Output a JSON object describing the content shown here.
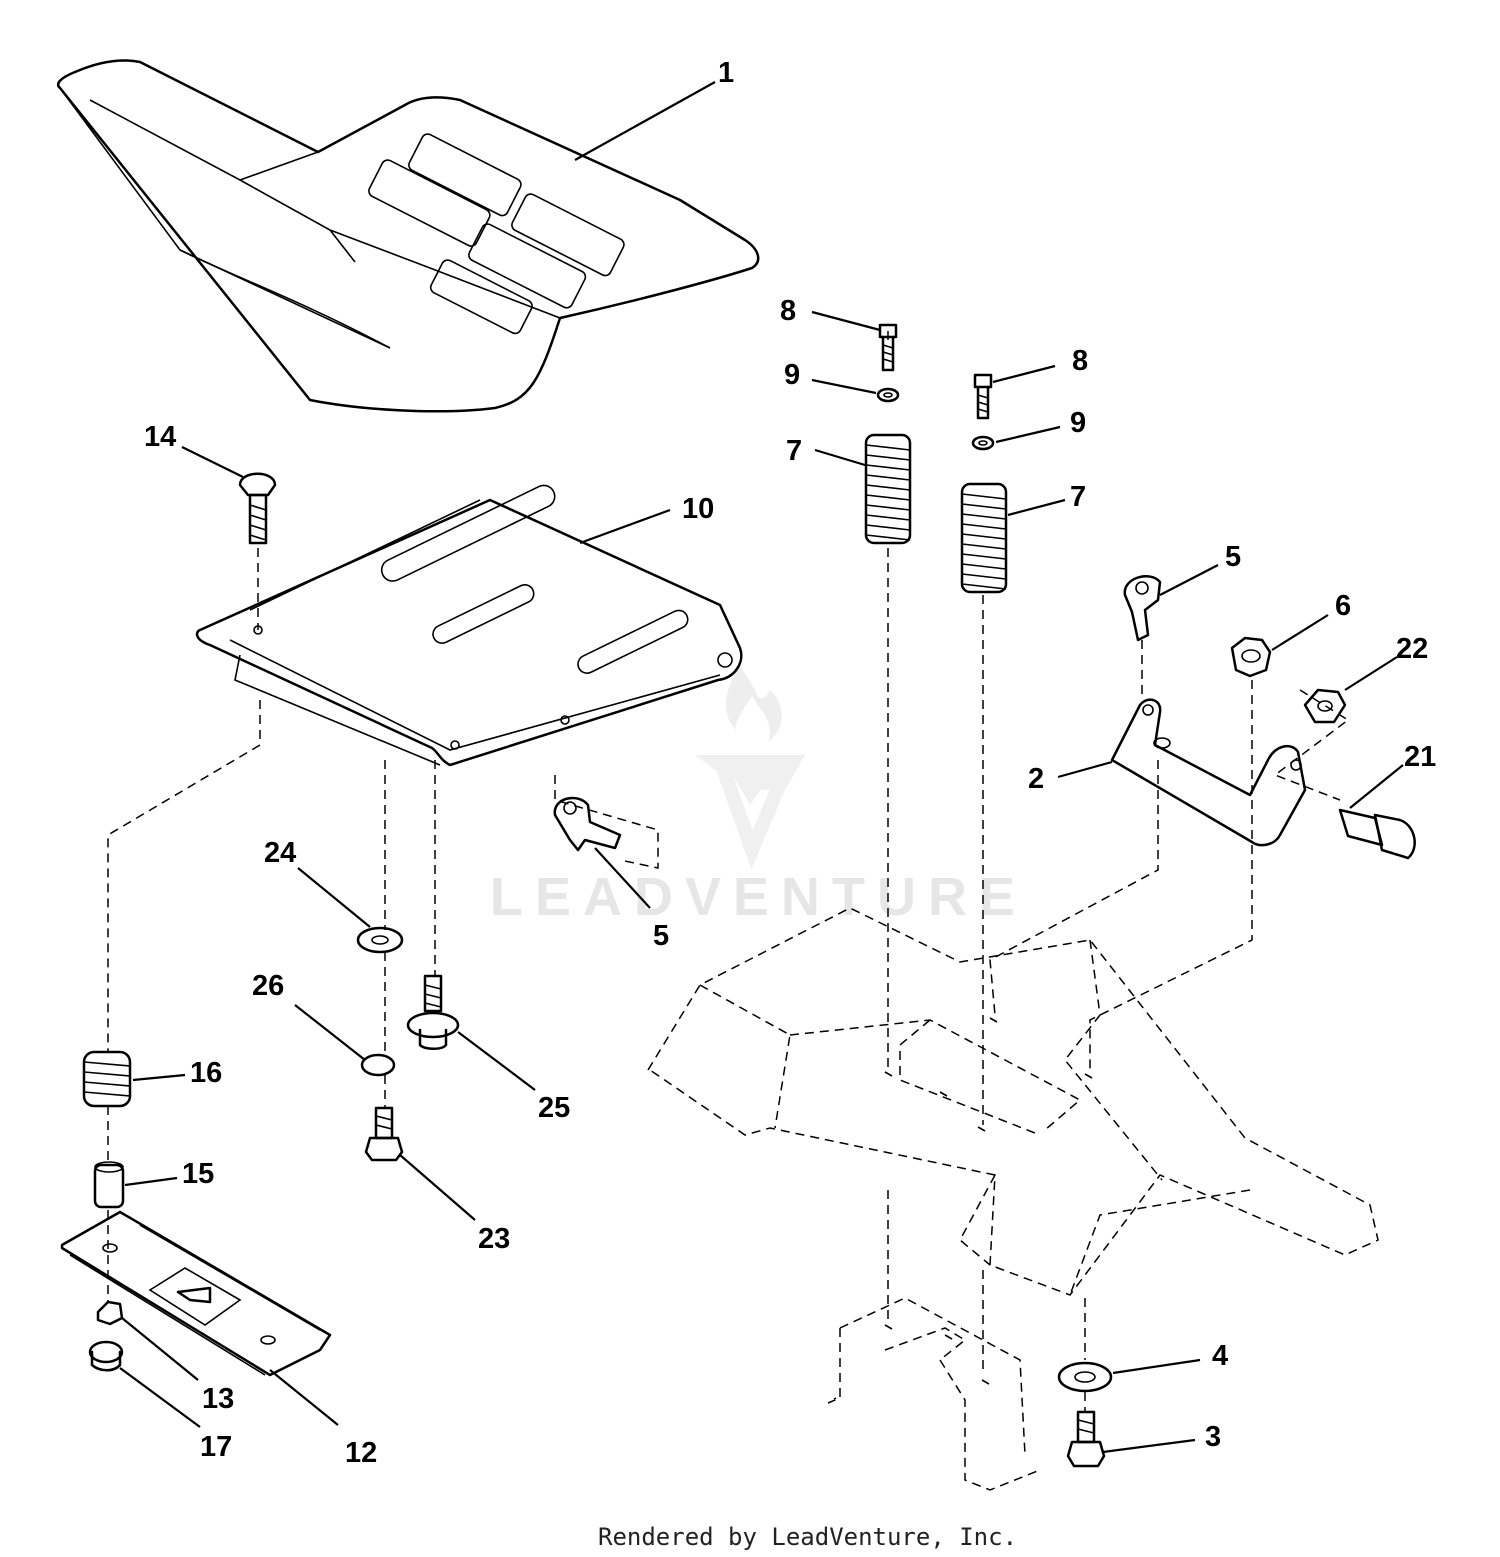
{
  "watermark": "LEADVENTURE",
  "footer": "Rendered by LeadVenture, Inc.",
  "callouts": [
    {
      "label": "1"
    },
    {
      "label": "14"
    },
    {
      "label": "10"
    },
    {
      "label": "8"
    },
    {
      "label": "9"
    },
    {
      "label": "7"
    },
    {
      "label": "8"
    },
    {
      "label": "9"
    },
    {
      "label": "7"
    },
    {
      "label": "5"
    },
    {
      "label": "6"
    },
    {
      "label": "22"
    },
    {
      "label": "2"
    },
    {
      "label": "21"
    },
    {
      "label": "24"
    },
    {
      "label": "5"
    },
    {
      "label": "26"
    },
    {
      "label": "25"
    },
    {
      "label": "16"
    },
    {
      "label": "15"
    },
    {
      "label": "23"
    },
    {
      "label": "4"
    },
    {
      "label": "3"
    },
    {
      "label": "13"
    },
    {
      "label": "17"
    },
    {
      "label": "12"
    }
  ]
}
